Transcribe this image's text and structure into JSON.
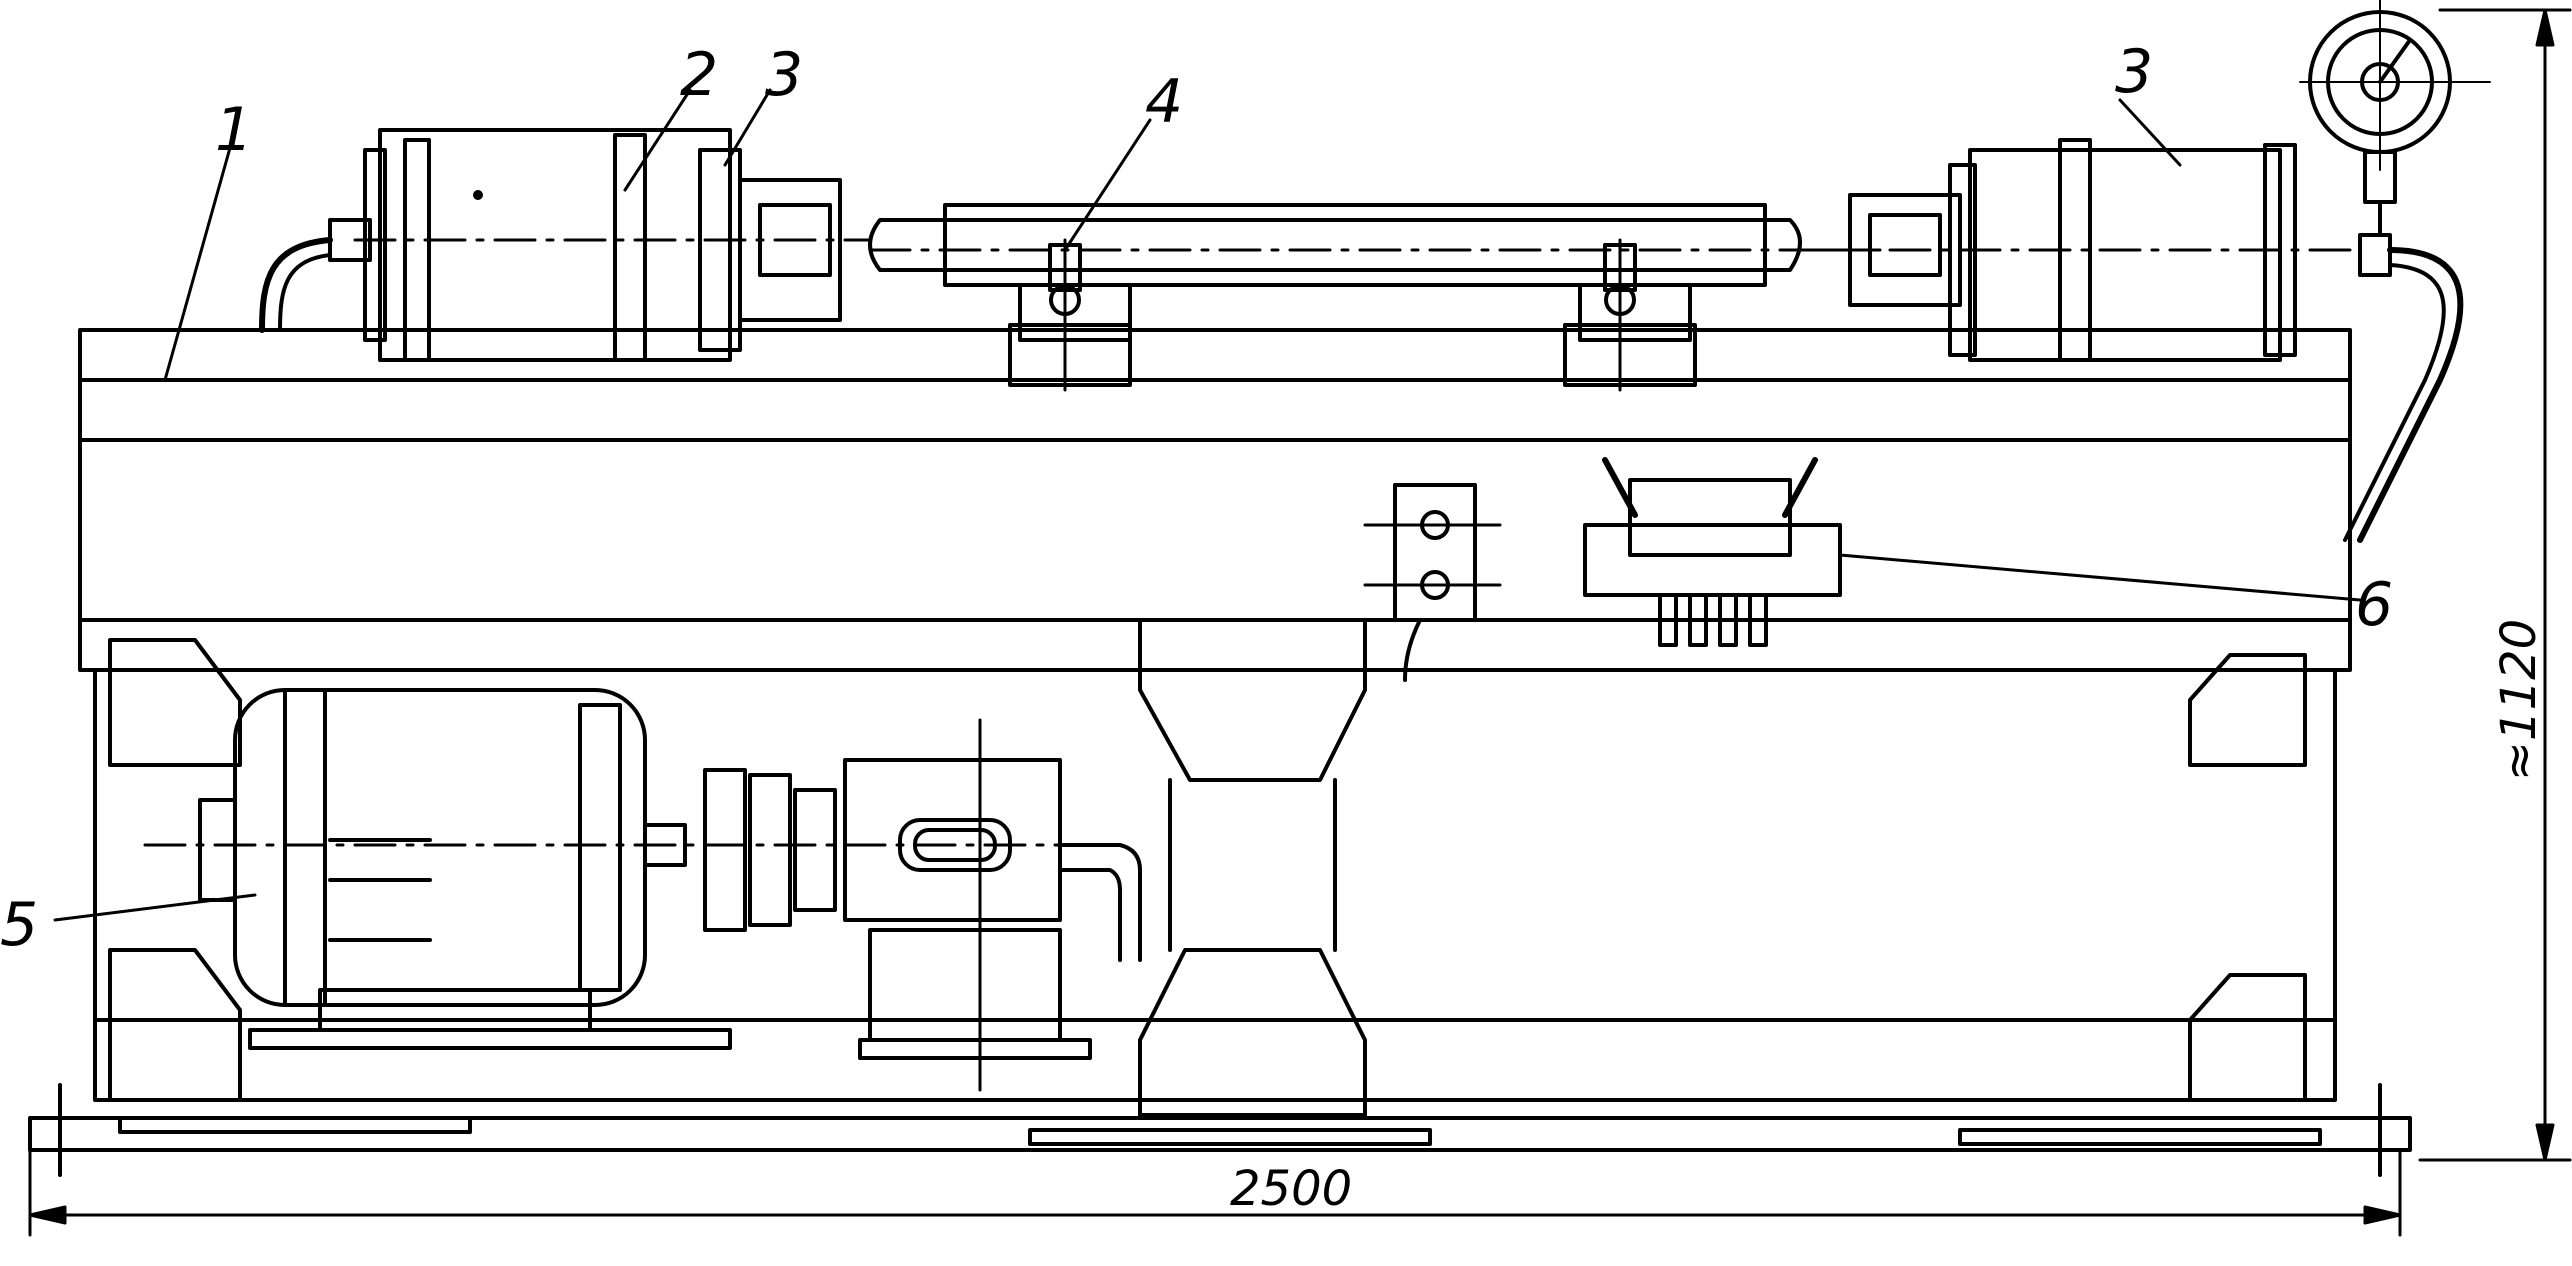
{
  "labels": {
    "l1": "1",
    "l2": "2",
    "l3a": "3",
    "l3b": "3",
    "l4": "4",
    "l5": "5",
    "l6": "6"
  },
  "dimensions": {
    "width": "2500",
    "height": "≈1120"
  },
  "colors": {
    "ink": "#000000",
    "paper": "#ffffff"
  }
}
